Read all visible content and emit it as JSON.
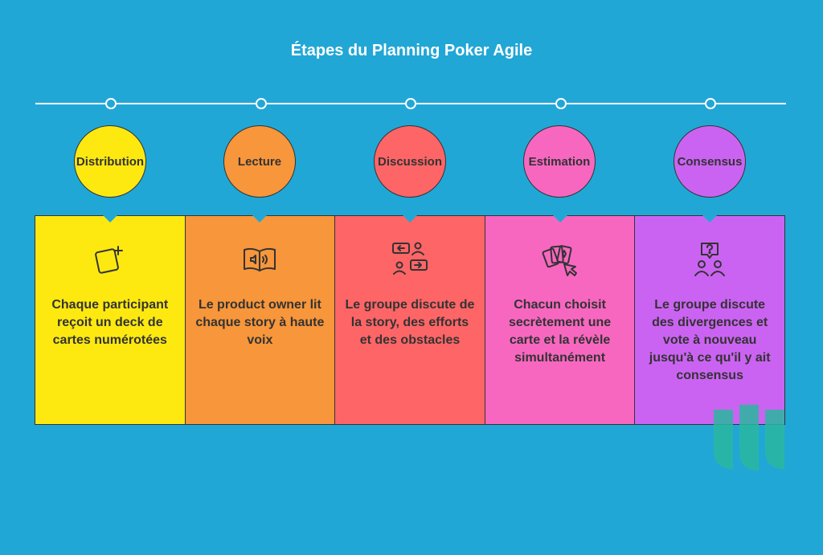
{
  "title": "Étapes du Planning Poker Agile",
  "steps": [
    {
      "label": "Distribution",
      "text": "Chaque participant reçoit un deck de cartes numérotées",
      "color": "#fde910",
      "icon": "add-card-icon"
    },
    {
      "label": "Lecture",
      "text": "Le product owner lit chaque story à haute voix",
      "color": "#f7963a",
      "icon": "audio-book-icon"
    },
    {
      "label": "Discussion",
      "text": "Le groupe discute de la story, des efforts et des obstacles",
      "color": "#fe6566",
      "icon": "discussion-icon"
    },
    {
      "label": "Estimation",
      "text": "Chacun choisit secrètement une carte et la révèle simultanément",
      "color": "#f767c0",
      "icon": "cards-select-icon"
    },
    {
      "label": "Consensus",
      "text": "Le groupe discute des divergences et vote à nouveau jusqu'à ce qu'il y ait consensus",
      "color": "#cb63f2",
      "icon": "group-question-icon"
    }
  ],
  "colors": {
    "background": "#21a7d6",
    "line": "#ffffff",
    "outline": "#333333",
    "watermark": "#2ab8a0"
  }
}
